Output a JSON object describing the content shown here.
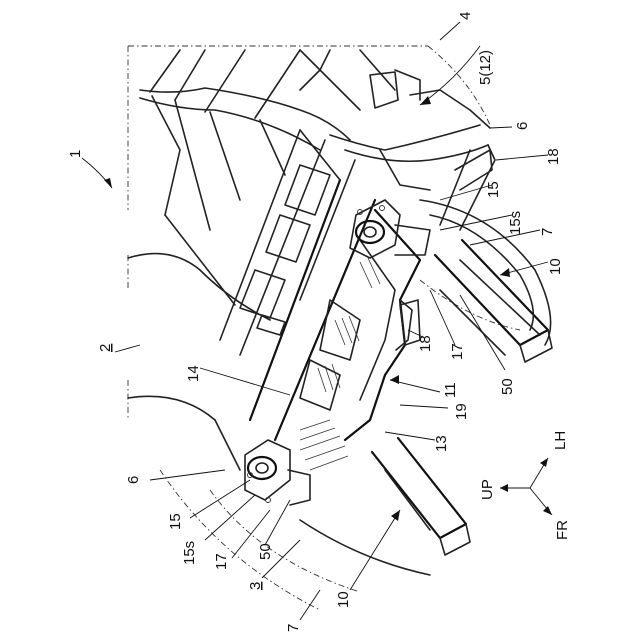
{
  "labels": {
    "ref_1": "1",
    "ref_2": "2",
    "ref_3": "3",
    "ref_4": "4",
    "ref_5_12": "5(12)",
    "ref_6_top": "6",
    "ref_6_left": "6",
    "ref_7_right": "7",
    "ref_7_bottom": "7",
    "ref_10_right": "10",
    "ref_10_bottom": "10",
    "ref_11": "11",
    "ref_13": "13",
    "ref_14": "14",
    "ref_15_right": "15",
    "ref_15_left": "15",
    "ref_15s_right": "15s",
    "ref_15s_left": "15s",
    "ref_17_right": "17",
    "ref_17_left": "17",
    "ref_18_top": "18",
    "ref_18_mid": "18",
    "ref_19": "19",
    "ref_50_right": "50",
    "ref_50_left": "50"
  },
  "axes": {
    "up": "UP",
    "lh": "LH",
    "fr": "FR"
  }
}
